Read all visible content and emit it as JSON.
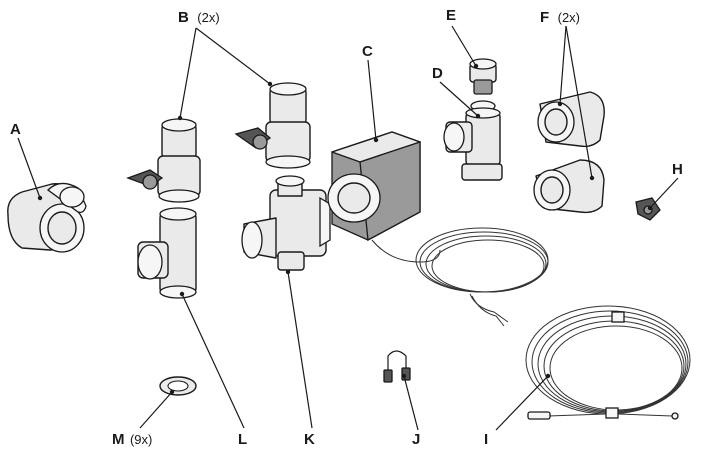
{
  "labels": {
    "a": {
      "letter": "A",
      "qty": ""
    },
    "b": {
      "letter": "B",
      "qty": "(2x)"
    },
    "c": {
      "letter": "C",
      "qty": ""
    },
    "d": {
      "letter": "D",
      "qty": ""
    },
    "e": {
      "letter": "E",
      "qty": ""
    },
    "f": {
      "letter": "F",
      "qty": "(2x)"
    },
    "h": {
      "letter": "H",
      "qty": ""
    },
    "i": {
      "letter": "I",
      "qty": ""
    },
    "j": {
      "letter": "J",
      "qty": ""
    },
    "k": {
      "letter": "K",
      "qty": ""
    },
    "l": {
      "letter": "L",
      "qty": ""
    },
    "m": {
      "letter": "M",
      "qty": "(9x)"
    }
  }
}
